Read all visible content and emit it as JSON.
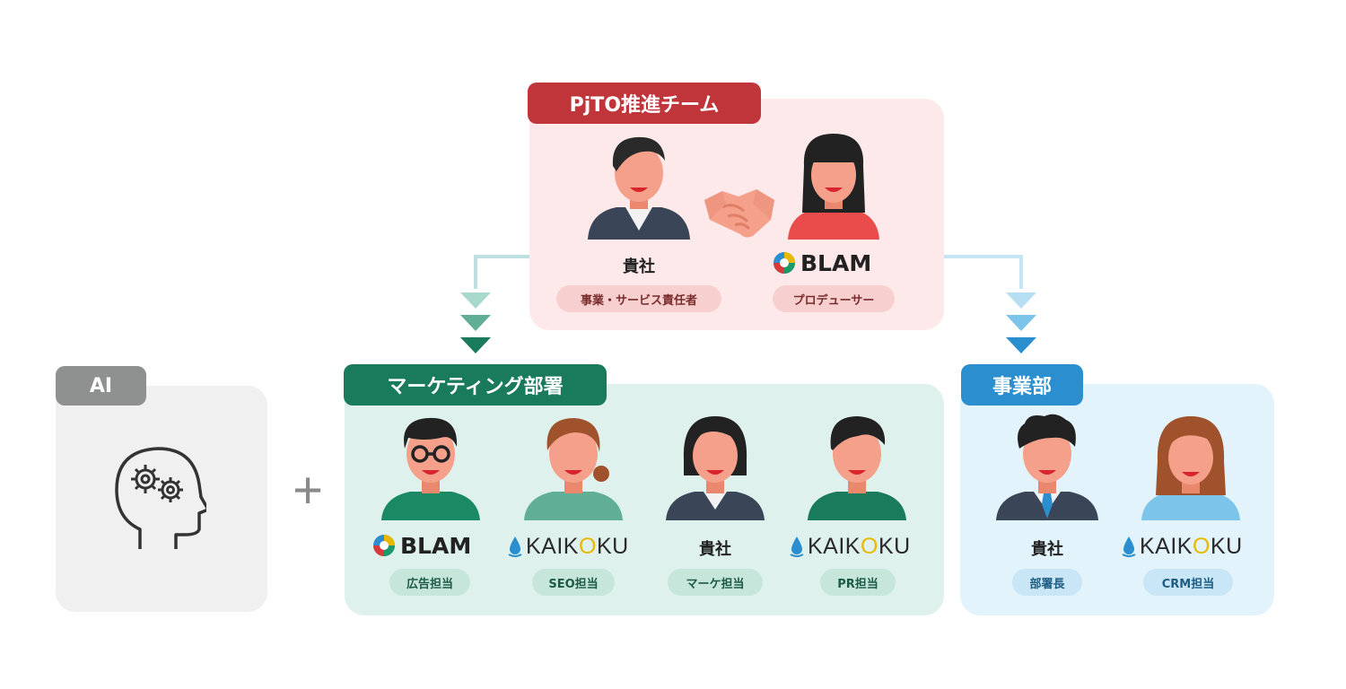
{
  "ai": {
    "tab_label": "AI",
    "icon": "head-with-gears-icon"
  },
  "plus": "+",
  "pjto": {
    "tab_label": "PjTO推進チーム",
    "members": [
      {
        "name": "貴社",
        "role": "事業・サービス責任者"
      },
      {
        "logo": "BLAM",
        "role": "プロデューサー"
      }
    ],
    "handshake_icon": "handshake-icon"
  },
  "marketing": {
    "tab_label": "マーケティング部署",
    "members": [
      {
        "logo": "BLAM",
        "role": "広告担当"
      },
      {
        "logo": "KAIKOKU",
        "role": "SEO担当"
      },
      {
        "name": "貴社",
        "role": "マーケ担当"
      },
      {
        "logo": "KAIKOKU",
        "role": "PR担当"
      }
    ]
  },
  "business": {
    "tab_label": "事業部",
    "members": [
      {
        "name": "貴社",
        "role": "部署長"
      },
      {
        "logo": "KAIKOKU",
        "role": "CRM担当"
      }
    ]
  },
  "colors": {
    "pjto_bg": "#fde9e9",
    "pjto_tab": "#c0353a",
    "pjto_pill": "#f7cfcf",
    "mkt_bg": "#dff1ec",
    "mkt_tab": "#1a7a5c",
    "mkt_pill": "#c6e6dc",
    "biz_bg": "#e2f3fc",
    "biz_tab": "#2b8fcf",
    "biz_pill": "#c8e6f6",
    "ai_bg": "#f0f0f0",
    "ai_tab": "#8f9090"
  }
}
